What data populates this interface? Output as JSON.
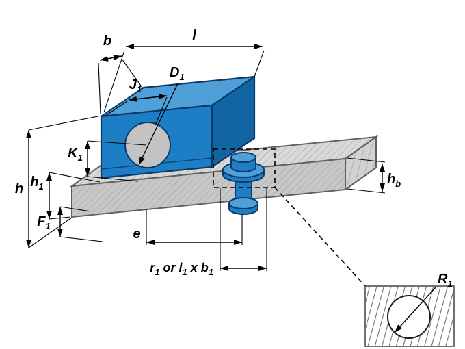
{
  "drawing": {
    "labels": {
      "l": "l",
      "b": "b",
      "j1": {
        "main": "J",
        "sub": "1"
      },
      "d1": {
        "main": "D",
        "sub": "1"
      },
      "k1": {
        "main": "K",
        "sub": "1"
      },
      "h": "h",
      "h1": {
        "main": "h",
        "sub": "1"
      },
      "f1": {
        "main": "F",
        "sub": "1"
      },
      "e": "e",
      "slot": {
        "p1": "r",
        "s1": "1",
        "m1": " or ",
        "p2": "l",
        "s2": "1",
        "m2": " x ",
        "p3": "b",
        "s3": "1"
      },
      "hb": {
        "main": "h",
        "sub": "b"
      },
      "r1": {
        "main": "R",
        "sub": "1"
      }
    },
    "colors": {
      "block_front": "#1d7ec6",
      "block_top": "#4f9fd8",
      "block_side": "#1265a3",
      "outline": "#0a3a66",
      "rail_top": "#d9d9d9",
      "rail_front": "#c7c7c7",
      "rail_end": "#d2d2d2",
      "hole": "#c3c3c3",
      "detail_bg": "#ffffff",
      "dimension": "#000000"
    }
  }
}
